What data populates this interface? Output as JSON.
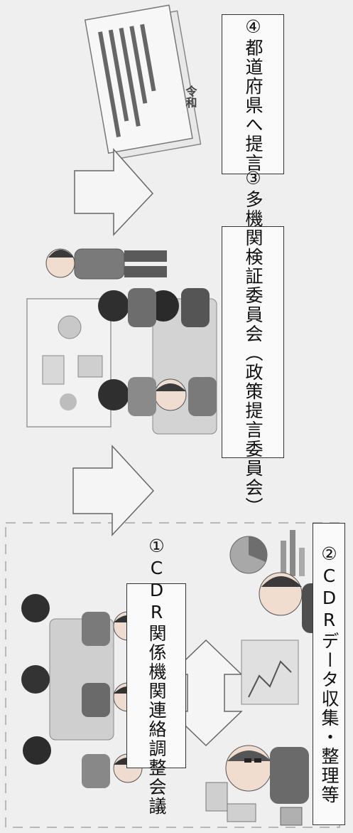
{
  "steps": {
    "step1": {
      "line1": "①CDR関係機関",
      "line2": "連絡調整会議"
    },
    "step2": {
      "text": "②CDRデータ収集・整理等"
    },
    "step3": {
      "line1": "③多機関検証委員会",
      "line2": "（政策提言委員会）"
    },
    "step4": {
      "line1": "④都道府県へ",
      "line2": "提言"
    }
  },
  "document_seal": "令和",
  "colors": {
    "background": "#efefef",
    "arrow_fill": "#f5f5f5",
    "box_border": "#333333"
  }
}
